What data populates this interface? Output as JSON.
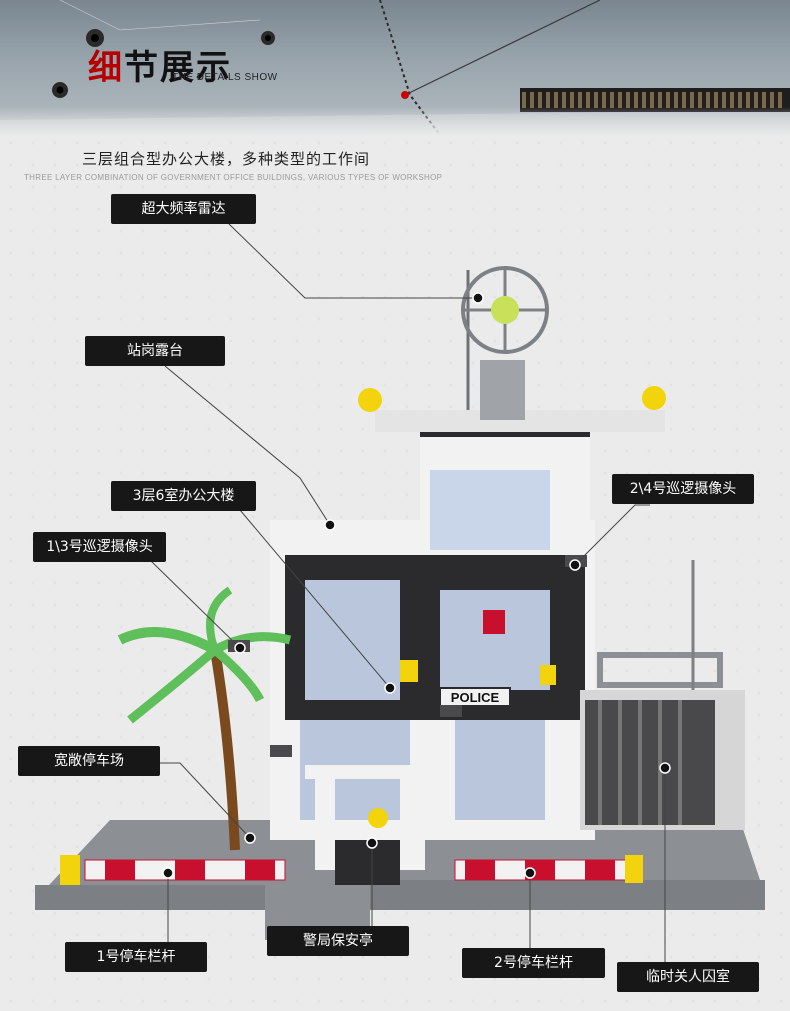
{
  "header": {
    "title_first_char": "细",
    "title_rest": "节展示",
    "title_en": "THE DETAILS SHOW"
  },
  "subtitle": {
    "cn": "三层组合型办公大楼，多种类型的工作间",
    "en": "THREE LAYER COMBINATION OF GOVERNMENT OFFICE BUILDINGS, VARIOUS TYPES OF WORKSHOP"
  },
  "sign_text": "POLICE",
  "labels": {
    "radar": "超大频率雷达",
    "sentry_terrace": "站岗露台",
    "office_building": "3层6室办公大楼",
    "camera_1_3": "1\\3号巡逻摄像头",
    "camera_2_4": "2\\4号巡逻摄像头",
    "parking_lot": "宽敞停车场",
    "barrier_1": "1号停车栏杆",
    "guard_booth": "警局保安亭",
    "barrier_2": "2号停车栏杆",
    "cell": "临时关人囚室"
  },
  "colors": {
    "label_bg": "#171717",
    "title_accent": "#b50000",
    "brick_gray": "#8c8f93",
    "brick_dark": "#2b2b2d",
    "brick_white": "#f2f2f2",
    "brick_yellow": "#f2d30c",
    "brick_red": "#c8102e",
    "window_blue": "#b9c6dc",
    "palm_green": "#5fbf5a",
    "trunk_brown": "#7a4a1e"
  }
}
